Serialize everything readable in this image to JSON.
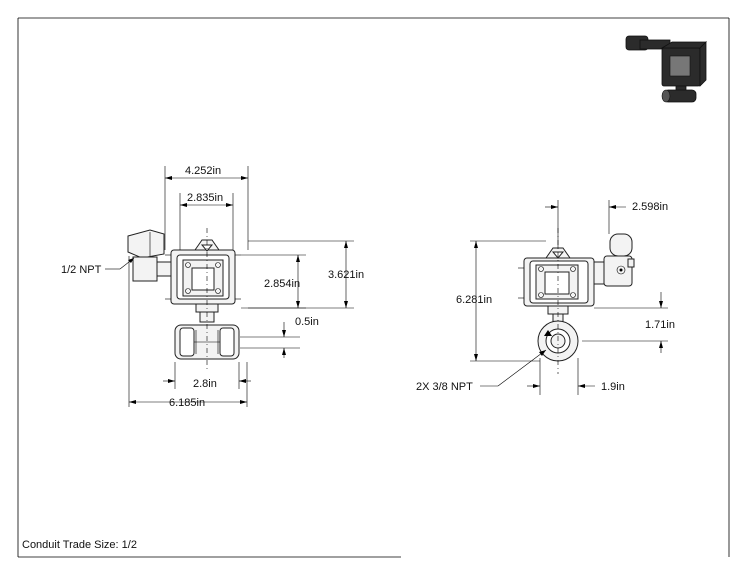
{
  "footer": {
    "conduit_label": "Conduit Trade Size: 1/2"
  },
  "front_view": {
    "dim_overall_width_top": "4.252in",
    "dim_actuator_width": "2.835in",
    "dim_actuator_height": "2.854in",
    "dim_total_height": "3.621in",
    "dim_offset": "0.5in",
    "dim_valve_length": "2.8in",
    "dim_overall_length": "6.185in",
    "callout_conduit": "1/2 NPT"
  },
  "side_view": {
    "dim_solenoid_offset": "2.598in",
    "dim_overall_height": "6.281in",
    "dim_center_height": "1.71in",
    "dim_port_offset": "1.9in",
    "callout_ports": "2X 3/8 NPT"
  },
  "thumbnail": {
    "icon": "isometric-valve-assembly-icon"
  }
}
